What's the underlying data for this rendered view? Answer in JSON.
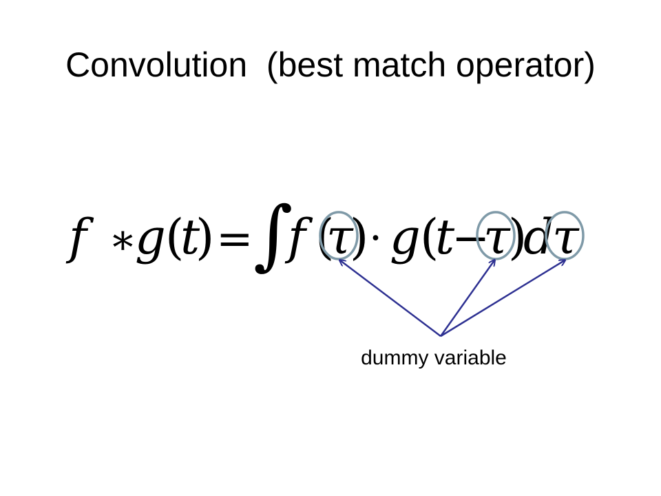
{
  "slide": {
    "title": "Convolution  (best match operator)",
    "caption": "dummy variable",
    "formula": {
      "f1": "f",
      "star": "∗",
      "g1": "g",
      "paren_open1": "(",
      "t1": "t",
      "paren_close1": ")",
      "equals": "=",
      "integral": "∫",
      "f2": "f",
      "paren_open2": "(",
      "tau1": "τ",
      "paren_close2": ")",
      "cdot": "·",
      "g2": "g",
      "paren_open3": "(",
      "t2": "t",
      "minus": "−",
      "tau2": "τ",
      "paren_close3": ")",
      "d": "d",
      "tau3": "τ"
    },
    "colors": {
      "circle_stroke": "#7f9aa8",
      "arrow": "#2e3192",
      "text": "#000000"
    }
  }
}
